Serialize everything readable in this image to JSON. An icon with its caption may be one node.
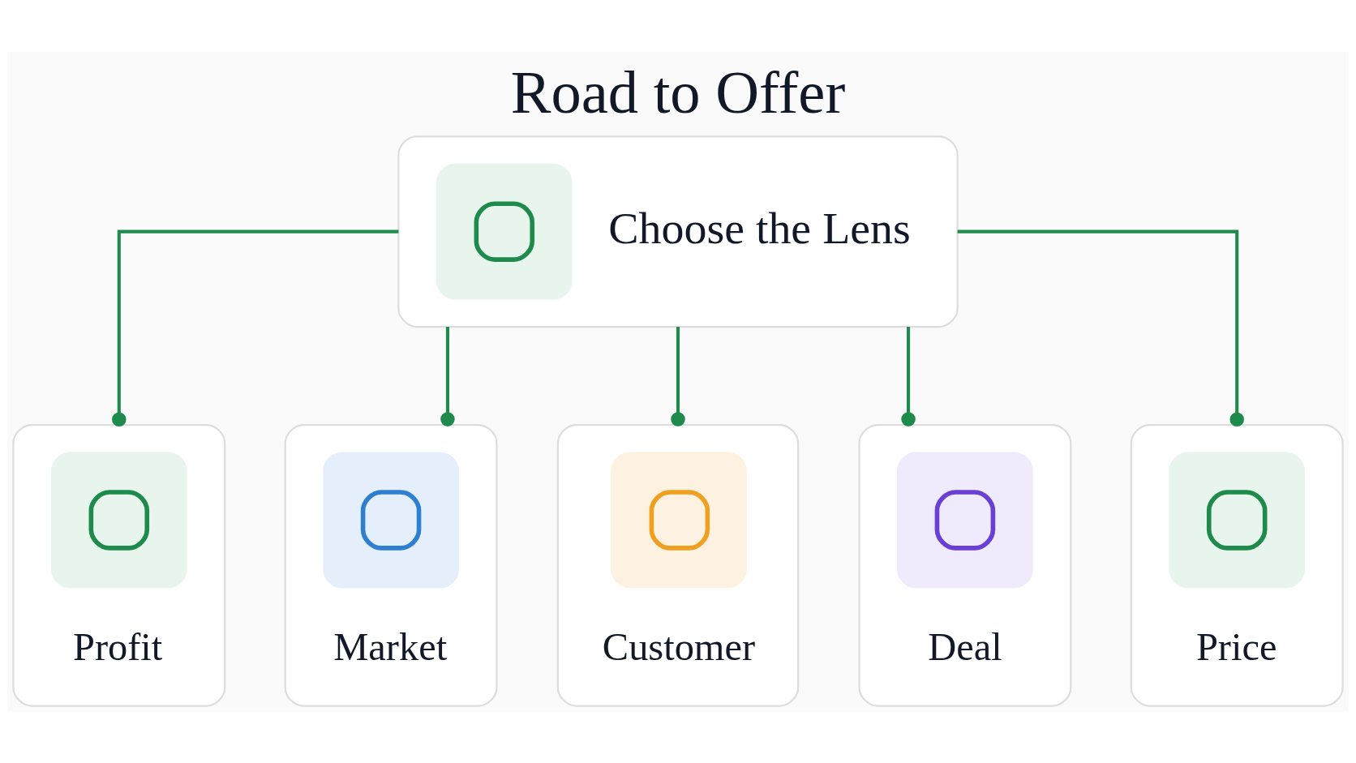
{
  "diagram": {
    "title": "Road to Offer",
    "nodes": [
      {
        "text": [
          "Choose the Lens"
        ]
      },
      {
        "text": [
          "Profit"
        ]
      },
      {
        "text": [
          "Market"
        ]
      },
      {
        "text": [
          "Customer"
        ]
      },
      {
        "text": [
          "Deal"
        ]
      },
      {
        "text": [
          "Price"
        ]
      }
    ],
    "edges": [
      {
        "from": 0,
        "to": 1,
        "arrow": "other"
      },
      {
        "from": 0,
        "to": 2,
        "arrow": "other"
      },
      {
        "from": 0,
        "to": 3,
        "arrow": "other"
      },
      {
        "from": 0,
        "to": 4,
        "arrow": "other"
      },
      {
        "from": 0,
        "to": 5,
        "arrow": "other"
      }
    ]
  }
}
